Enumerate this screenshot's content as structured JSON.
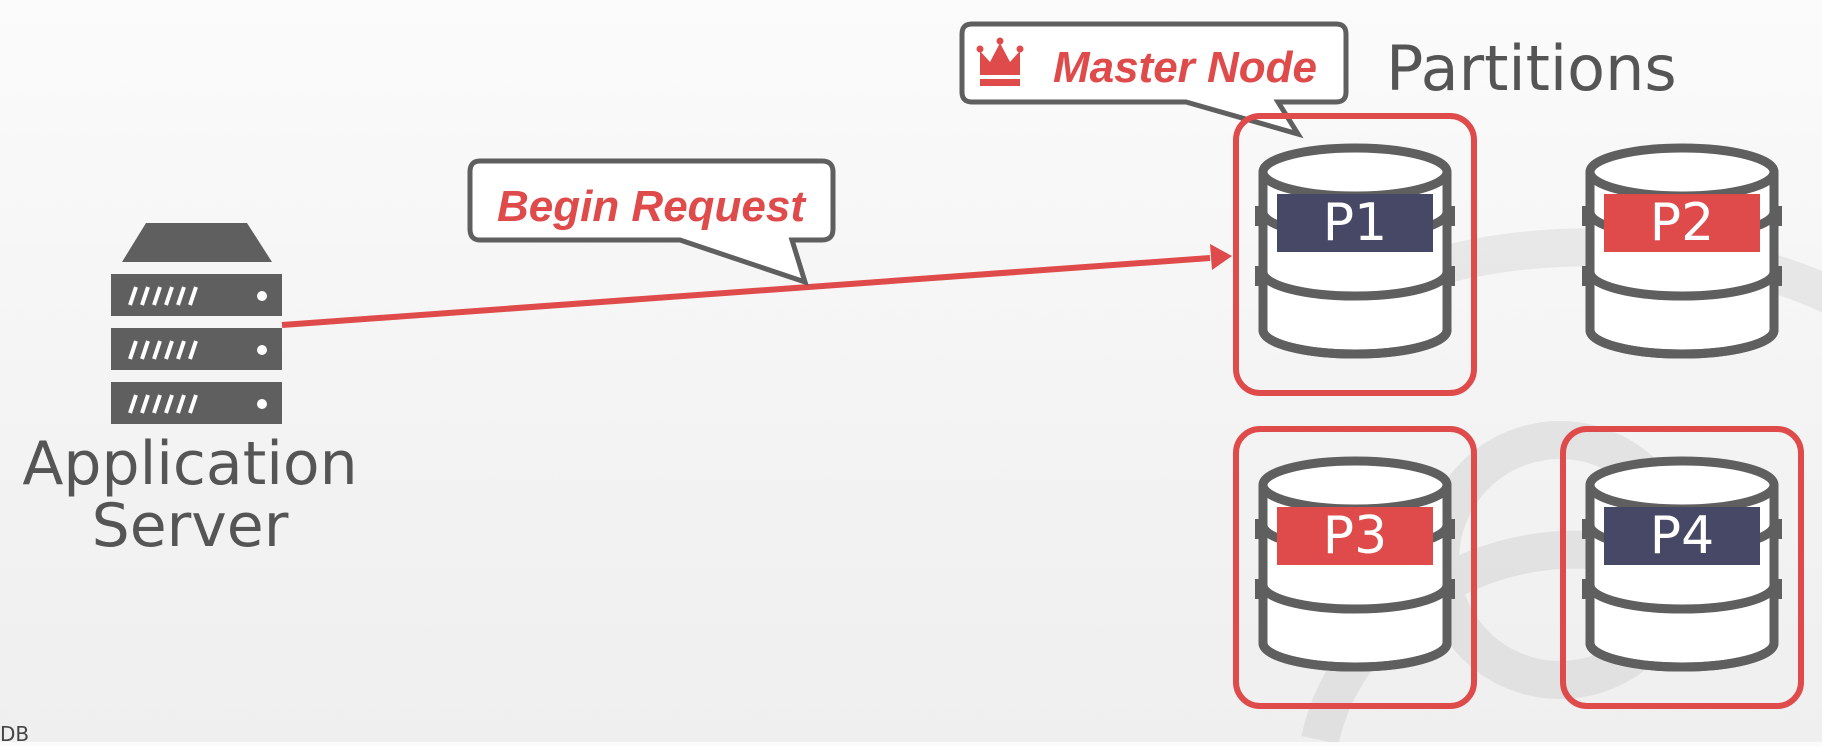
{
  "server": {
    "label_line1": "Application",
    "label_line2": "Server"
  },
  "callouts": {
    "begin_request": "Begin Request",
    "master_node": "Master Node"
  },
  "partitions_title": "Partitions",
  "partitions": [
    {
      "label": "P1",
      "label_color": "#464866",
      "highlighted": true
    },
    {
      "label": "P2",
      "label_color": "#df4a4a",
      "highlighted": false
    },
    {
      "label": "P3",
      "label_color": "#df4a4a",
      "highlighted": true
    },
    {
      "label": "P4",
      "label_color": "#464866",
      "highlighted": true
    }
  ],
  "colors": {
    "accent": "#df4a4a",
    "dark": "#5f5f5f",
    "navy": "#464866"
  },
  "footer_text": "DB",
  "icons": [
    "server-icon",
    "crown-icon",
    "database-icon"
  ]
}
